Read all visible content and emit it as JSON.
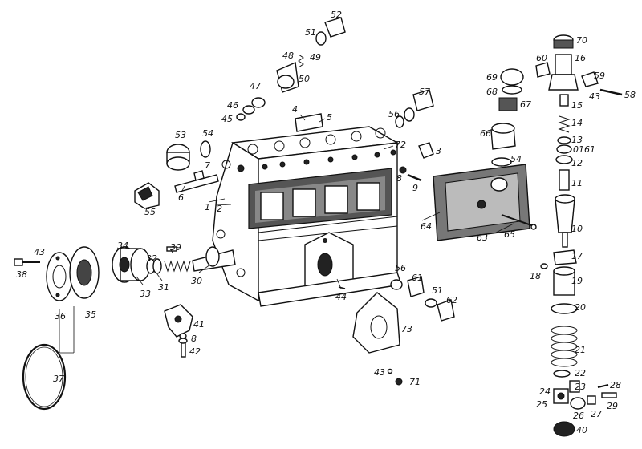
{
  "labels": [
    "1",
    "2",
    "3",
    "4",
    "5",
    "6",
    "7",
    "8",
    "9",
    "10",
    "11",
    "12",
    "13",
    "14",
    "15",
    "16",
    "17",
    "18",
    "19",
    "20",
    "21",
    "22",
    "23",
    "24",
    "25",
    "26",
    "27",
    "28",
    "29",
    "30",
    "31",
    "32",
    "33",
    "34",
    "35",
    "36",
    "37",
    "38",
    "39",
    "40",
    "41",
    "42",
    "43",
    "44",
    "45",
    "46",
    "47",
    "48",
    "49",
    "50",
    "51",
    "52",
    "53",
    "54",
    "55",
    "56",
    "57",
    "58",
    "59",
    "60",
    "61",
    "62",
    "63",
    "64",
    "65",
    "66",
    "67",
    "68",
    "69",
    "70",
    "71",
    "72",
    "73",
    "0161"
  ],
  "colors": {
    "ink": "#111111",
    "paper": "#ffffff"
  }
}
